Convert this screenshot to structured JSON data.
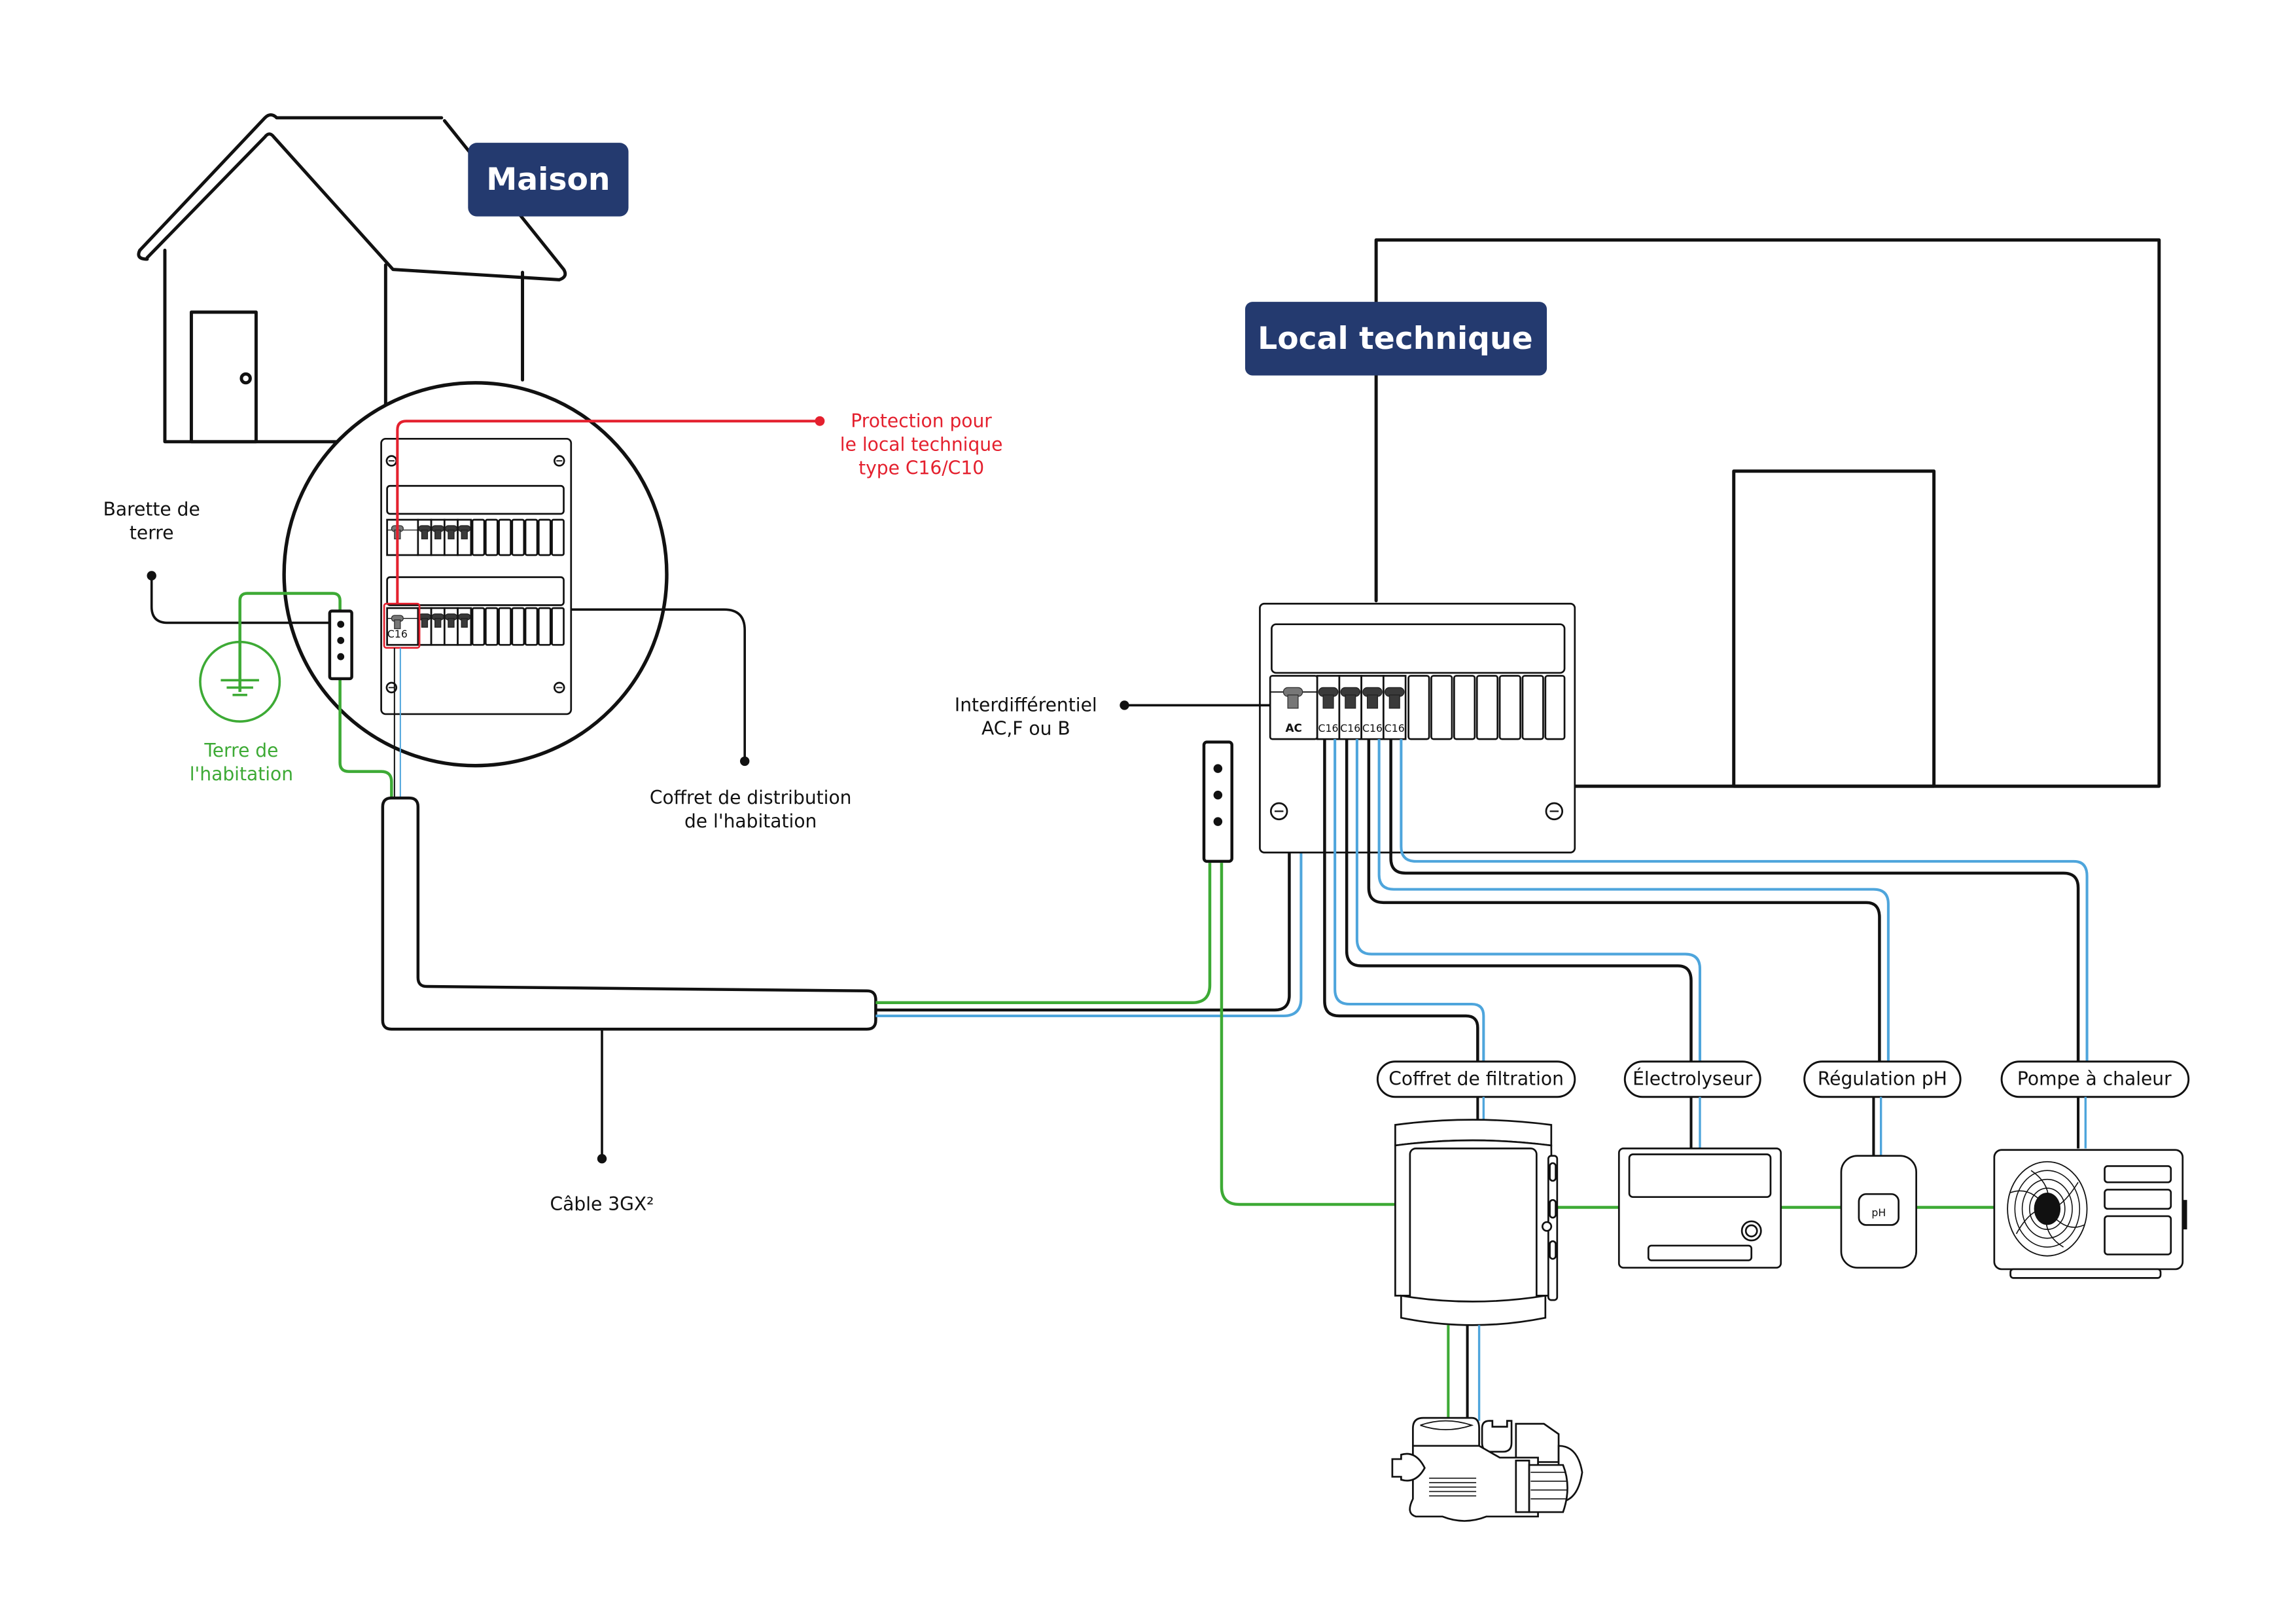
{
  "diagram": {
    "title": "Schéma de raccordement électrique piscine",
    "colors": {
      "badge_bg": "#243a6f",
      "phase_wire": "#111111",
      "neutral_wire": "#4ea5dc",
      "earth_wire": "#3daa35",
      "protection_highlight": "#e4202e"
    },
    "zones": {
      "house": {
        "label": "Maison"
      },
      "tech_room": {
        "label": "Local technique"
      }
    },
    "labels": {
      "earth_bar": [
        "Barette de",
        "terre"
      ],
      "house_earth": [
        "Terre de",
        "l'habitation"
      ],
      "protection": [
        "Protection pour",
        "le local technique",
        "type C16/C10"
      ],
      "house_panel": [
        "Coffret de distribution",
        "de l'habitation"
      ],
      "cable": "Câble 3GX²",
      "rcd": [
        "Interdifférentiel",
        "AC,F ou B"
      ]
    },
    "house_panel": {
      "highlighted_breaker": "C16"
    },
    "tech_panel": {
      "rcd_label": "AC",
      "breakers": [
        "C16",
        "C16",
        "C16",
        "C16"
      ]
    },
    "equipment": [
      {
        "label": "Coffret de filtration",
        "icon": "filtration-box-icon"
      },
      {
        "label": "Électrolyseur",
        "icon": "electrolyser-icon"
      },
      {
        "label": "Régulation pH",
        "icon": "ph-regulator-icon",
        "display": "pH"
      },
      {
        "label": "Pompe à chaleur",
        "icon": "heat-pump-icon"
      }
    ],
    "pump": {
      "icon": "pool-pump-icon"
    }
  }
}
